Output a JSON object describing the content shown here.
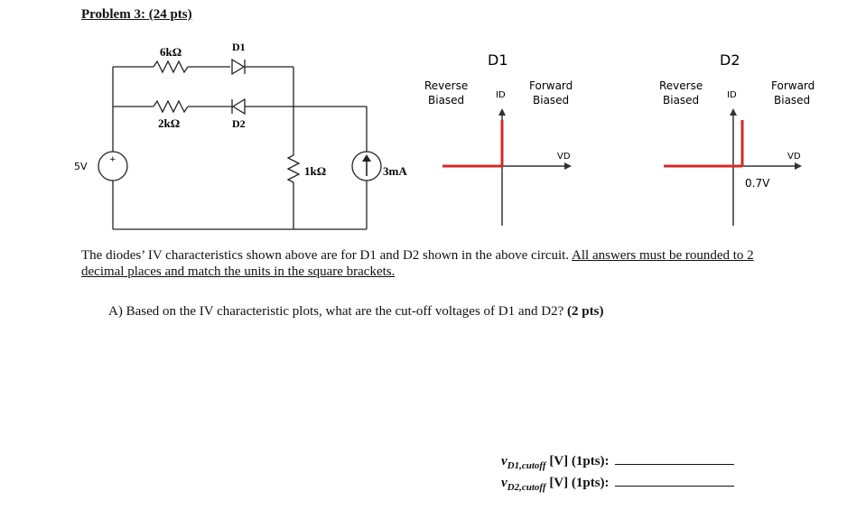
{
  "header": {
    "title": "Problem 3: (24 pts)"
  },
  "circuit": {
    "r_top": "6kΩ",
    "d1": "D1",
    "r_mid": "2kΩ",
    "d2": "D2",
    "source_v": "5V",
    "source_plus": "+",
    "r_load": "1kΩ",
    "source_i": "3mA"
  },
  "iv_d1": {
    "title": "D1",
    "left_line1": "Reverse",
    "left_line2": "Biased",
    "right_line1": "Forward",
    "right_line2": "Biased",
    "y_axis": "ID",
    "x_axis": "VD"
  },
  "iv_d2": {
    "title": "D2",
    "left_line1": "Reverse",
    "left_line2": "Biased",
    "right_line1": "Forward",
    "right_line2": "Biased",
    "y_axis": "ID",
    "x_axis": "VD",
    "threshold": "0.7V"
  },
  "text": {
    "para_part1": "The diodes’ IV characteristics shown above are for D1 and D2 shown in the above circuit. ",
    "para_part2": "All answers must be rounded to 2 decimal places and match the units in the square brackets.",
    "question_a": "A) Based on the IV characteristic plots, what are the cut-off voltages of D1 and D2? ",
    "question_a_pts": "(2 pts)"
  },
  "answers": {
    "a1_var": "v",
    "a1_sub": "D1,cutoff",
    "a1_unit": " [V] (1pts):",
    "a2_var": "v",
    "a2_sub": "D2,cutoff",
    "a2_unit": " [V] (1pts):"
  },
  "colors": {
    "curve": "#d42a2a",
    "axis": "#333333",
    "wire": "#222222"
  }
}
